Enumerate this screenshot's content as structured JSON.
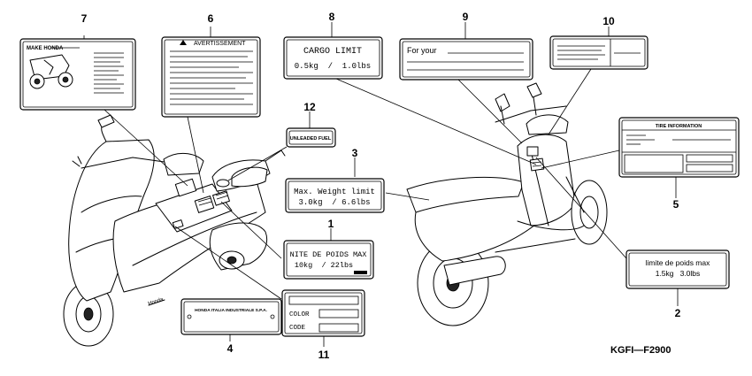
{
  "diagram_code": "KGFI—F2900",
  "callouts": [
    "1",
    "2",
    "3",
    "4",
    "5",
    "6",
    "7",
    "8",
    "9",
    "10",
    "11",
    "12"
  ],
  "labels": {
    "l1": {
      "line1": "NITE DE POIDS MAX",
      "line2": "10kg  / 22lbs"
    },
    "l2": {
      "line1": "limite de poids max",
      "line2": "1.5kg   3.0lbs"
    },
    "l3": {
      "line1": "Max. Weight limit",
      "line2": "3.0kg  / 6.6lbs"
    },
    "l4": {
      "text": "HONDA ITALIA INDUSTRIALE S.P.A."
    },
    "l5": {
      "title": "TIRE INFORMATION"
    },
    "l6": {
      "title": "AVERTISSEMENT"
    },
    "l7": {
      "title": "MAKE HONDA"
    },
    "l8": {
      "line1": "CARGO LIMIT",
      "line2": "0.5kg  /  1.0lbs"
    },
    "l9": {
      "text": "For your"
    },
    "l11": {
      "color": "COLOR",
      "code": "CODE"
    },
    "l12": {
      "text": "UNLEADED FUEL"
    }
  }
}
